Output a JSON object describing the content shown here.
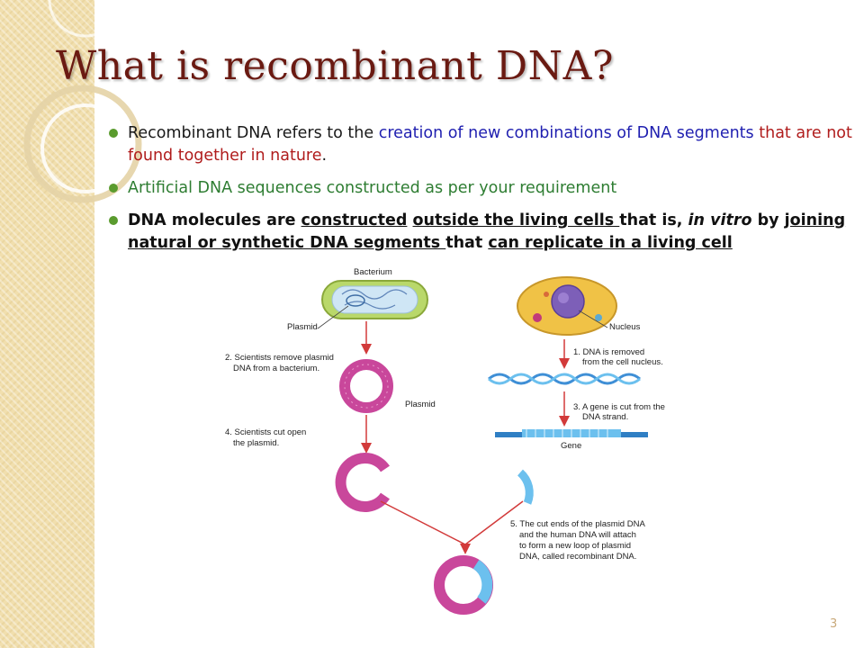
{
  "slide": {
    "title": "What is recombinant DNA?",
    "page_number": "3"
  },
  "bullets": {
    "b1": {
      "p1": "Recombinant DNA refers to the ",
      "p2": "creation of new combinations of DNA segments",
      "p3": "that are not found together in nature",
      "p4": "."
    },
    "b2": {
      "text": "Artificial DNA sequences constructed as per your requirement"
    },
    "b3": {
      "p1": "DNA molecules are ",
      "p2": "constructed",
      "p3": " ",
      "p4": "outside the living cells ",
      "p5": "that is, ",
      "p6": "in vitro",
      "p7": " by ",
      "p8": "joining natural or synthetic DNA segments ",
      "p9": "that ",
      "p10": "can replicate in a living cell"
    }
  },
  "diagram": {
    "bacterium_label": "Bacterium",
    "plasmid_label": "Plasmid",
    "nucleus_label": "Nucleus",
    "step1_line1": "1. DNA is removed",
    "step1_line2": "from the cell nucleus.",
    "step2_line1": "2. Scientists remove plasmid",
    "step2_line2": "DNA from a bacterium.",
    "plasmid_ring_label": "Plasmid",
    "step3_line1": "3. A gene is cut from the",
    "step3_line2": "DNA strand.",
    "step4_line1": "4. Scientists cut open",
    "step4_line2": "the plasmid.",
    "gene_label": "Gene",
    "step5_line1": "5. The cut ends of the plasmid DNA",
    "step5_line2": "and the human DNA will attach",
    "step5_line3": "to form a new loop of plasmid",
    "step5_line4": "DNA, called recombinant DNA."
  }
}
